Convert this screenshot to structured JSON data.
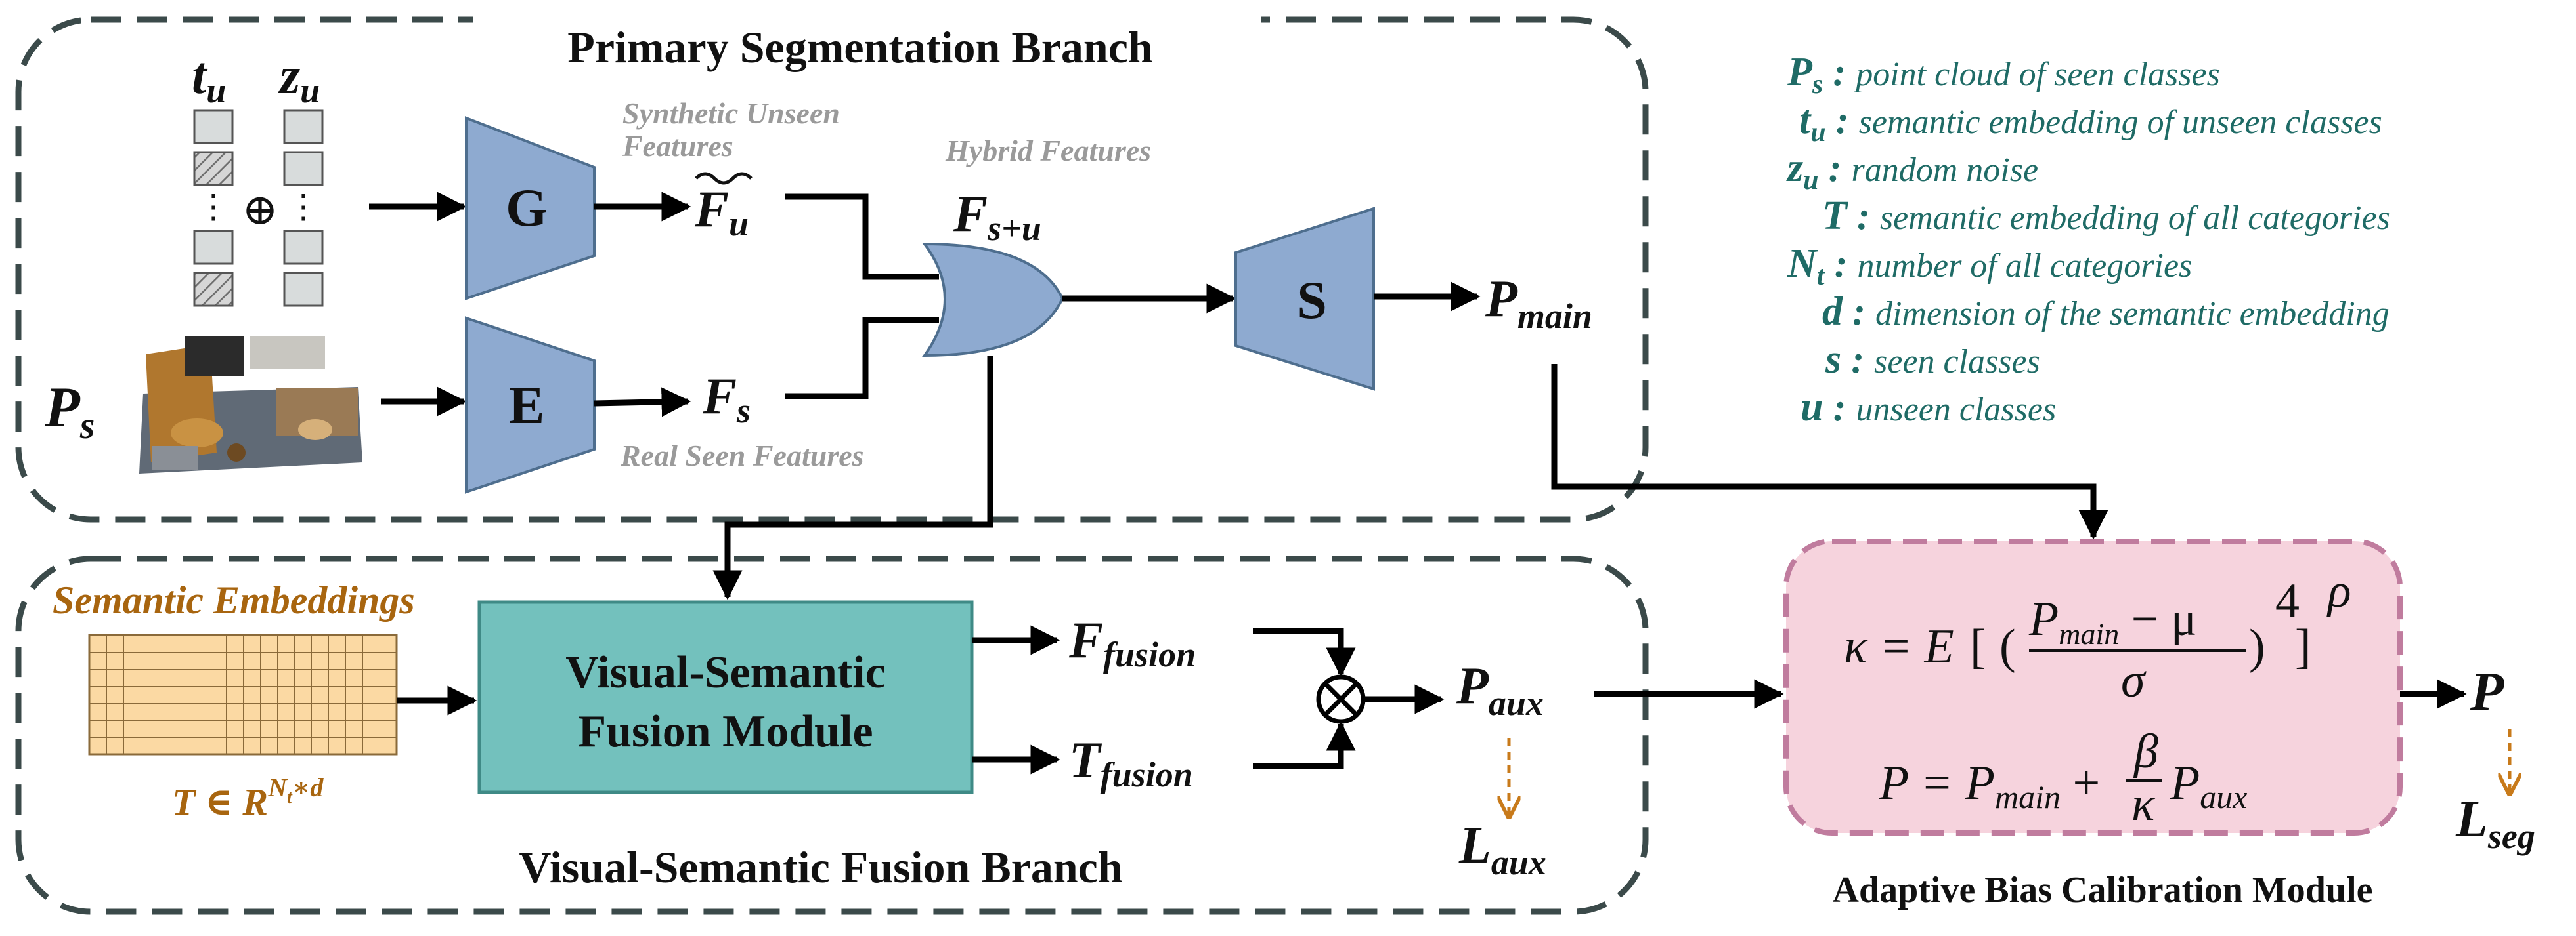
{
  "primary_branch": {
    "title": "Primary Segmentation Branch",
    "label_synthetic": [
      "Synthetic Unseen",
      "Features"
    ],
    "label_real": "Real Seen Features",
    "label_hybrid": "Hybrid Features",
    "generator": "G",
    "encoder": "E",
    "segmenter": "S",
    "oplus": "⊕"
  },
  "fusion_branch": {
    "title": "Visual-Semantic Fusion Branch",
    "semantic_embeddings": "Semantic Embeddings",
    "module_line1": "Visual-Semantic",
    "module_line2": "Fusion Module",
    "otimes": "⊗"
  },
  "calibration": {
    "title": "Adaptive Bias Calibration Module"
  },
  "legend": [
    {
      "sym": "P",
      "sub": "s",
      "desc": "point cloud of seen classes"
    },
    {
      "sym": "t",
      "sub": "u",
      "desc": "semantic embedding of unseen classes"
    },
    {
      "sym": "z",
      "sub": "u",
      "desc": "random noise"
    },
    {
      "sym": "T",
      "sub": "",
      "desc": "semantic embedding of all categories"
    },
    {
      "sym": "N",
      "sub": "t",
      "desc": "number of all categories"
    },
    {
      "sym": "d",
      "sub": "",
      "desc": "dimension of the semantic embedding"
    },
    {
      "sym": "s",
      "sub": "",
      "desc": "seen classes"
    },
    {
      "sym": "u",
      "sub": "",
      "desc": "unseen classes"
    }
  ],
  "colors": {
    "block_blue": "#8eaad0",
    "block_teal": "#73c1bd",
    "calib_pink": "#f6d3dd",
    "calib_border": "#c07c9e",
    "branch_border": "#3b4a4a",
    "legend_teal": "#1f6b66",
    "orange": "#a8650f"
  }
}
